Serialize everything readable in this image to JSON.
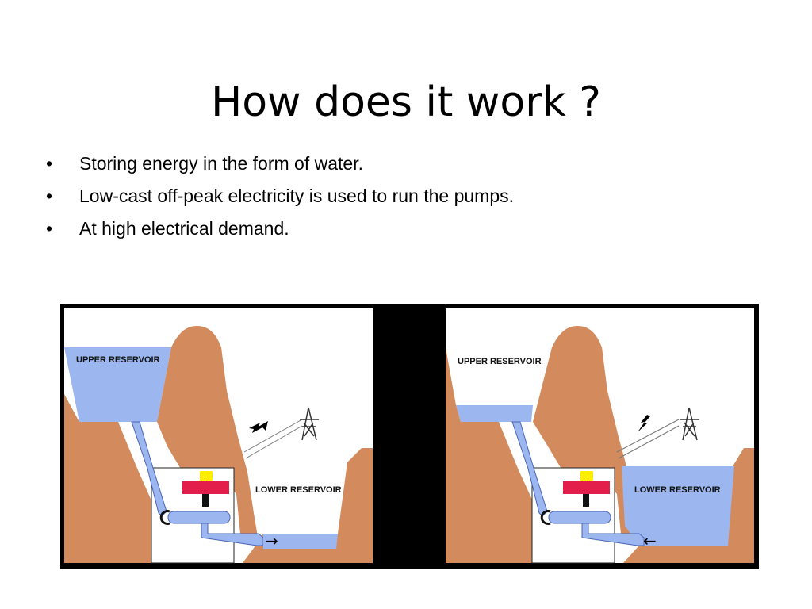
{
  "slide": {
    "title": "How does it work ?",
    "bullet_symbol": "•",
    "bullets": [
      "Storing energy in the form of water.",
      "Low-cast off-peak electricity is used to run the pumps.",
      "At high electrical demand."
    ]
  },
  "diagram": {
    "panels": [
      {
        "upper_label": "UPPER RESERVOIR",
        "lower_label": "LOWER RESERVOIR",
        "flow_arrow": "→"
      },
      {
        "upper_label": "UPPER RESERVOIR",
        "lower_label": "LOWER RESERVOIR",
        "flow_arrow": "←"
      }
    ],
    "colors": {
      "water": "#9cb6f0",
      "rock": "#d38b5d",
      "frame": "#000000",
      "turbine": "#e31e4a",
      "generator": "#ffee00",
      "pipe_edge": "#4a64b8"
    }
  }
}
